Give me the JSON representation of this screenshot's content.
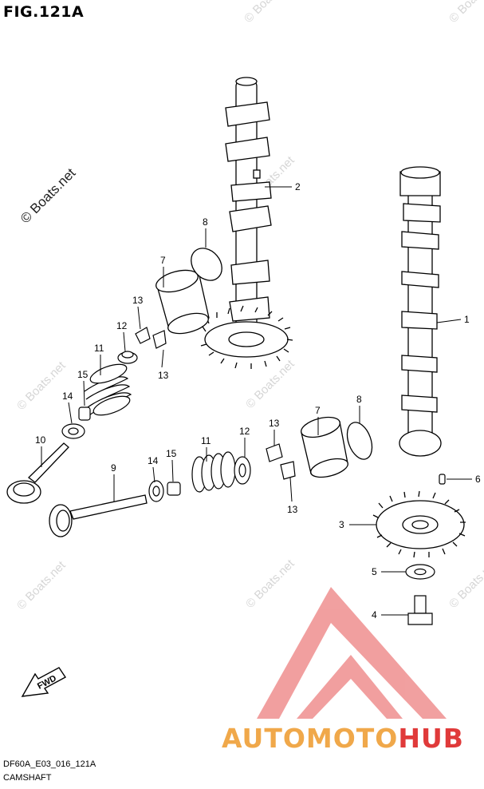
{
  "figure": {
    "title": "FIG.121A"
  },
  "footer": {
    "code": "DF60A_E03_016_121A",
    "name": "CAMSHAFT"
  },
  "watermark": {
    "text": "© Boats.net"
  },
  "brand": {
    "part1": "AUTOMOTO",
    "part2": "HUB",
    "color1": "#f0a84a",
    "color2": "#e03a3a"
  },
  "direction_badge": {
    "text": "FWD"
  },
  "callouts": [
    {
      "id": "c1",
      "text": "1"
    },
    {
      "id": "c2",
      "text": "2"
    },
    {
      "id": "c3",
      "text": "3"
    },
    {
      "id": "c4",
      "text": "4"
    },
    {
      "id": "c5",
      "text": "5"
    },
    {
      "id": "c6",
      "text": "6"
    },
    {
      "id": "c7a",
      "text": "7"
    },
    {
      "id": "c7b",
      "text": "7"
    },
    {
      "id": "c8a",
      "text": "8"
    },
    {
      "id": "c8b",
      "text": "8"
    },
    {
      "id": "c9",
      "text": "9"
    },
    {
      "id": "c10",
      "text": "10"
    },
    {
      "id": "c11a",
      "text": "11"
    },
    {
      "id": "c11b",
      "text": "11"
    },
    {
      "id": "c12a",
      "text": "12"
    },
    {
      "id": "c12b",
      "text": "12"
    },
    {
      "id": "c13a",
      "text": "13"
    },
    {
      "id": "c13b",
      "text": "13"
    },
    {
      "id": "c13c",
      "text": "13"
    },
    {
      "id": "c13d",
      "text": "13"
    },
    {
      "id": "c14a",
      "text": "14"
    },
    {
      "id": "c14b",
      "text": "14"
    },
    {
      "id": "c15a",
      "text": "15"
    },
    {
      "id": "c15b",
      "text": "15"
    }
  ]
}
